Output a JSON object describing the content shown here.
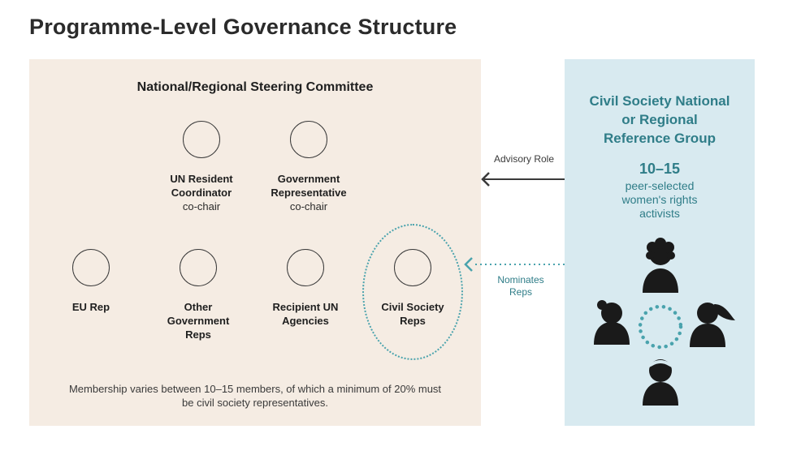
{
  "title": "Programme-Level Governance Structure",
  "committee": {
    "title": "National/Regional Steering Committee",
    "members": {
      "un_rc": {
        "label": "UN Resident Coordinator",
        "role": "co-chair"
      },
      "gov_rep": {
        "label": "Government Representative",
        "role": "co-chair"
      },
      "eu_rep": {
        "label": "EU Rep"
      },
      "other_gov": {
        "label": "Other Government Reps"
      },
      "recipient_un": {
        "label": "Recipient UN Agencies"
      },
      "civil_reps": {
        "label": "Civil Society Reps"
      }
    },
    "footnote": "Membership varies between 10–15 members, of which a minimum of 20% must be civil society representatives."
  },
  "civil_society": {
    "title": "Civil Society National or Regional Reference Group",
    "count": "10–15",
    "description": "peer-selected women's rights activists"
  },
  "arrows": {
    "advisory": "Advisory Role",
    "nominates": "Nominates Reps"
  },
  "colors": {
    "committee_bg": "#f5ece3",
    "civil_society_bg": "#d8eaf0",
    "accent_teal": "#2f7d88",
    "dotted_teal": "#4aa3ad",
    "text_dark": "#1f1f1f"
  },
  "icons": [
    "person-icon",
    "ring-icon"
  ]
}
